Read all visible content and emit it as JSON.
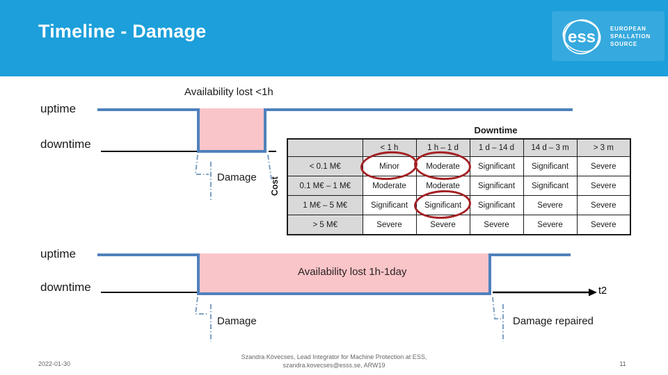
{
  "slide": {
    "title": "Timeline - Damage",
    "logo": {
      "mark": "ess",
      "line1": "EUROPEAN",
      "line2": "SPALLATION",
      "line3": "SOURCE"
    },
    "footer": {
      "date": "2022-01-30",
      "credit_line1": "Szandra Kövecses, Lead Integrator for Machine Protection at ESS,",
      "credit_line2": "szandra.kovecses@esss.se, ARW19",
      "page": "11"
    }
  },
  "timeline1": {
    "availability_label": "Availability lost <1h",
    "uptime_label": "uptime",
    "downtime_label": "downtime",
    "damage_label": "Damage",
    "cost_label": "Cost"
  },
  "timeline2": {
    "availability_label": "Availability lost 1h-1day",
    "uptime_label": "uptime",
    "downtime_label": "downtime",
    "damage_label": "Damage",
    "damage_repaired_label": "Damage repaired",
    "axis_label": "t2"
  },
  "risk_table": {
    "title": "Downtime",
    "col_headers": [
      "< 1 h",
      "1 h – 1 d",
      "1 d – 14 d",
      "14 d – 3 m",
      "> 3 m"
    ],
    "row_headers": [
      "< 0.1 M€",
      "0.1 M€ – 1 M€",
      "1 M€ – 5 M€",
      "> 5 M€"
    ],
    "cells": [
      [
        "Minor",
        "Moderate",
        "Significant",
        "Significant",
        "Severe"
      ],
      [
        "Moderate",
        "Moderate",
        "Significant",
        "Significant",
        "Severe"
      ],
      [
        "Significant",
        "Significant",
        "Significant",
        "Severe",
        "Severe"
      ],
      [
        "Severe",
        "Severe",
        "Severe",
        "Severe",
        "Severe"
      ]
    ],
    "circled_cells": [
      [
        0,
        0
      ],
      [
        0,
        1
      ],
      [
        2,
        1
      ]
    ]
  },
  "colors": {
    "header_blue": "#1c9fda",
    "logo_box_blue": "#36a9de",
    "timeline_blue": "#4f81bd",
    "pulse_pink": "#fac5c8",
    "connector_blue": "#7ea0c4",
    "circle_red": "#a42125",
    "table_gray": "#d9d9d9"
  }
}
